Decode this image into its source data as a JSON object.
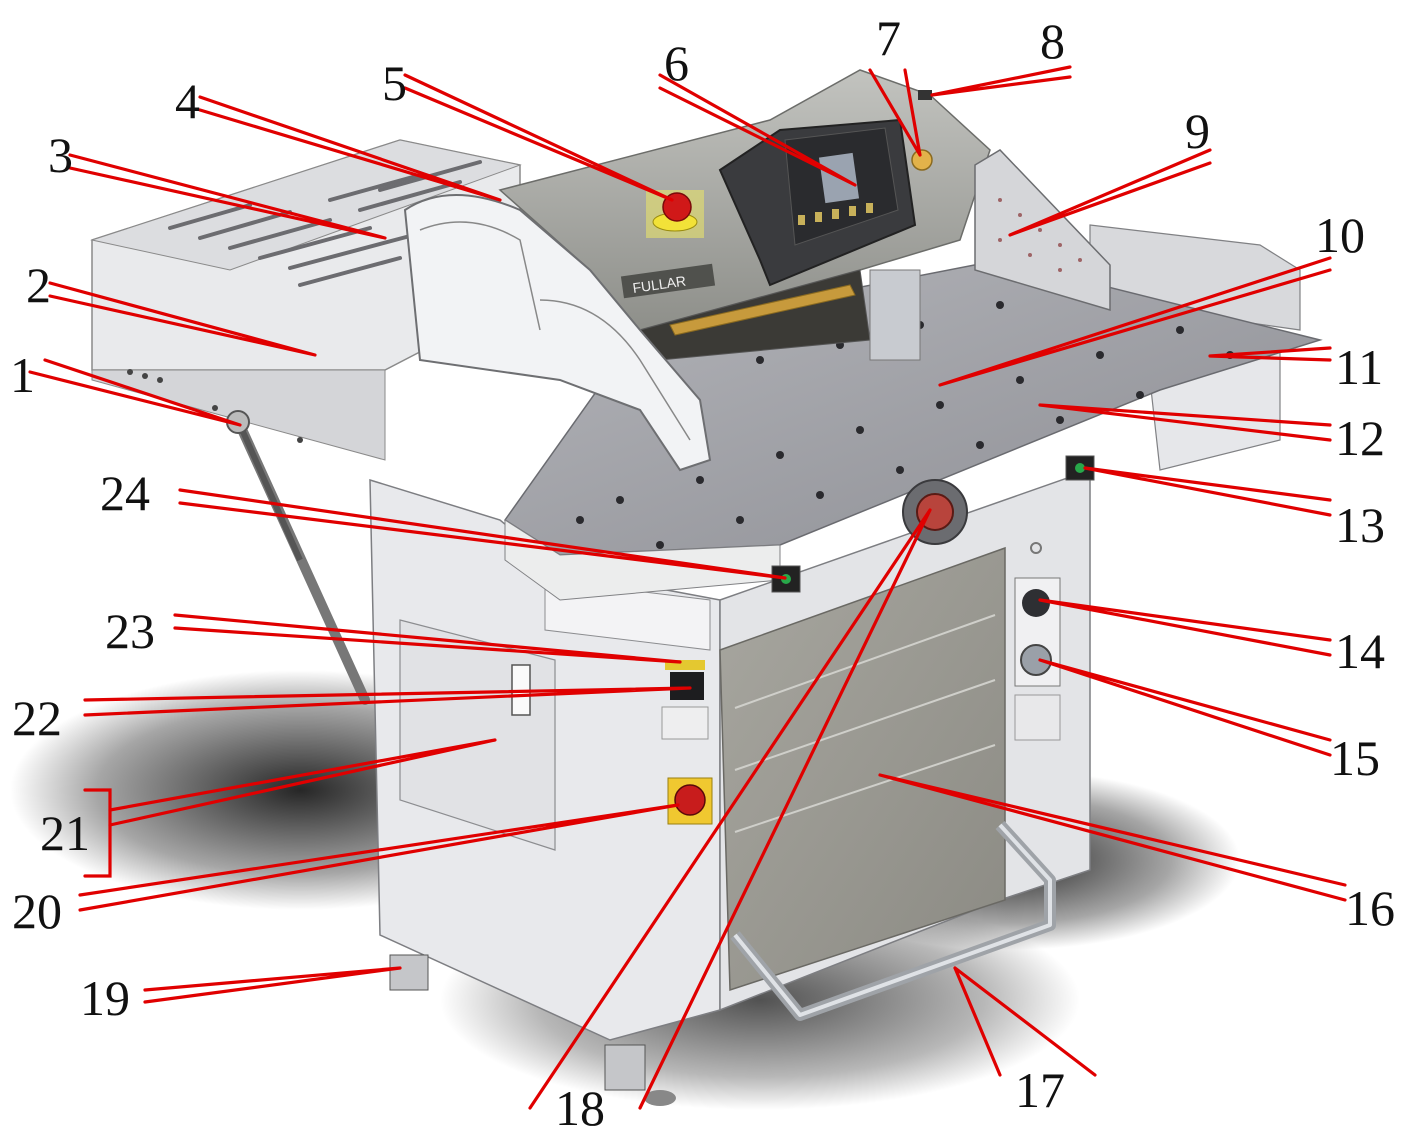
{
  "callouts": [
    {
      "id": "1",
      "label": "1"
    },
    {
      "id": "2",
      "label": "2"
    },
    {
      "id": "3",
      "label": "3"
    },
    {
      "id": "4",
      "label": "4"
    },
    {
      "id": "5",
      "label": "5"
    },
    {
      "id": "6",
      "label": "6"
    },
    {
      "id": "7",
      "label": "7"
    },
    {
      "id": "8",
      "label": "8"
    },
    {
      "id": "9",
      "label": "9"
    },
    {
      "id": "10",
      "label": "10"
    },
    {
      "id": "11",
      "label": "11"
    },
    {
      "id": "12",
      "label": "12"
    },
    {
      "id": "13",
      "label": "13"
    },
    {
      "id": "14",
      "label": "14"
    },
    {
      "id": "15",
      "label": "15"
    },
    {
      "id": "16",
      "label": "16"
    },
    {
      "id": "17",
      "label": "17"
    },
    {
      "id": "18",
      "label": "18"
    },
    {
      "id": "19",
      "label": "19"
    },
    {
      "id": "20",
      "label": "20"
    },
    {
      "id": "21",
      "label": "21"
    },
    {
      "id": "22",
      "label": "22"
    },
    {
      "id": "23",
      "label": "23"
    },
    {
      "id": "24",
      "label": "24"
    }
  ],
  "colors": {
    "leader": "#e00000",
    "machine_body": "#e6e7ea",
    "machine_top_cover": "#a9aaa6",
    "table": "#9a9ba0",
    "door_panel": "#9c9b94",
    "emergency_stop": "#d01818"
  },
  "brand_plate": "FULLAR"
}
